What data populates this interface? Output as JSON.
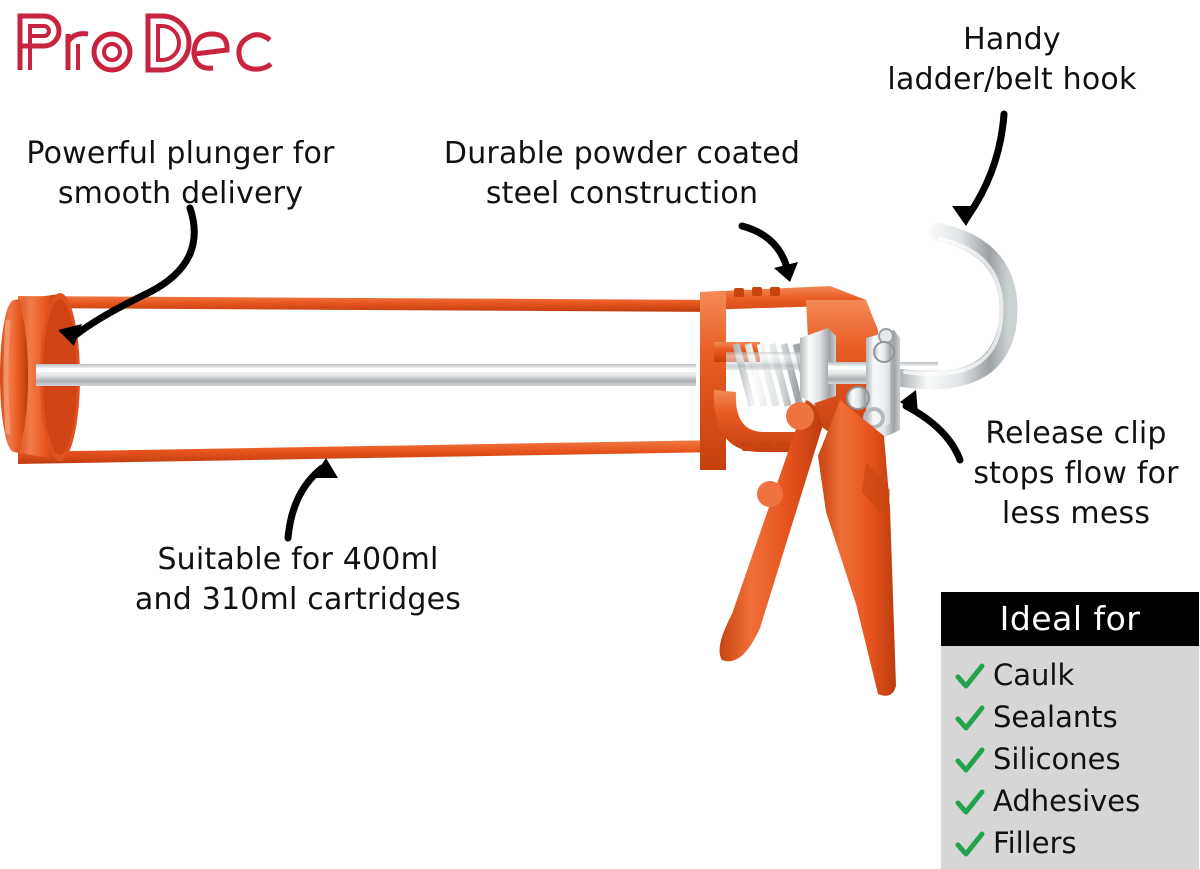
{
  "brand": {
    "logo_text": "ProDec",
    "logo_color": "#c8233f"
  },
  "annotations": [
    {
      "id": "plunger",
      "text": "Powerful plunger for\nsmooth delivery",
      "points_to": "plunger-rod"
    },
    {
      "id": "durable",
      "text": "Durable powder coated\nsteel construction",
      "points_to": "steel-frame"
    },
    {
      "id": "hook",
      "text": "Handy\nladder/belt hook",
      "points_to": "ladder-hook"
    },
    {
      "id": "release",
      "text": "Release clip\nstops flow for\nless mess",
      "points_to": "release-clip"
    },
    {
      "id": "cartridge",
      "text": "Suitable for 400ml\nand 310ml cartridges",
      "points_to": "barrel-frame"
    }
  ],
  "ideal_for": {
    "title": "Ideal for",
    "header_bg": "#000000",
    "header_color": "#ffffff",
    "body_bg": "#d6d6d6",
    "check_color": "#22a44e",
    "items": [
      {
        "label": "Caulk",
        "icon": "check-icon"
      },
      {
        "label": "Sealants",
        "icon": "check-icon"
      },
      {
        "label": "Silicones",
        "icon": "check-icon"
      },
      {
        "label": "Adhesives",
        "icon": "check-icon"
      },
      {
        "label": "Fillers",
        "icon": "check-icon"
      }
    ]
  },
  "product": {
    "name": "Skeleton caulking gun",
    "colors": {
      "body_orange": "#e8551f",
      "orange_dark": "#c8400f",
      "orange_light": "#f07a46",
      "chrome": "#d8dadb",
      "chrome_dark": "#9aa0a3",
      "chrome_light": "#f4f5f6"
    },
    "parts": [
      {
        "id": "front-cap",
        "label": "front cap"
      },
      {
        "id": "barrel-frame",
        "label": "skeleton barrel frame"
      },
      {
        "id": "plunger-rod",
        "label": "plunger rod"
      },
      {
        "id": "spring",
        "label": "return spring"
      },
      {
        "id": "release-clip",
        "label": "release clip"
      },
      {
        "id": "trigger",
        "label": "trigger"
      },
      {
        "id": "handle",
        "label": "handle"
      },
      {
        "id": "ladder-hook",
        "label": "ladder/belt hook"
      }
    ]
  }
}
